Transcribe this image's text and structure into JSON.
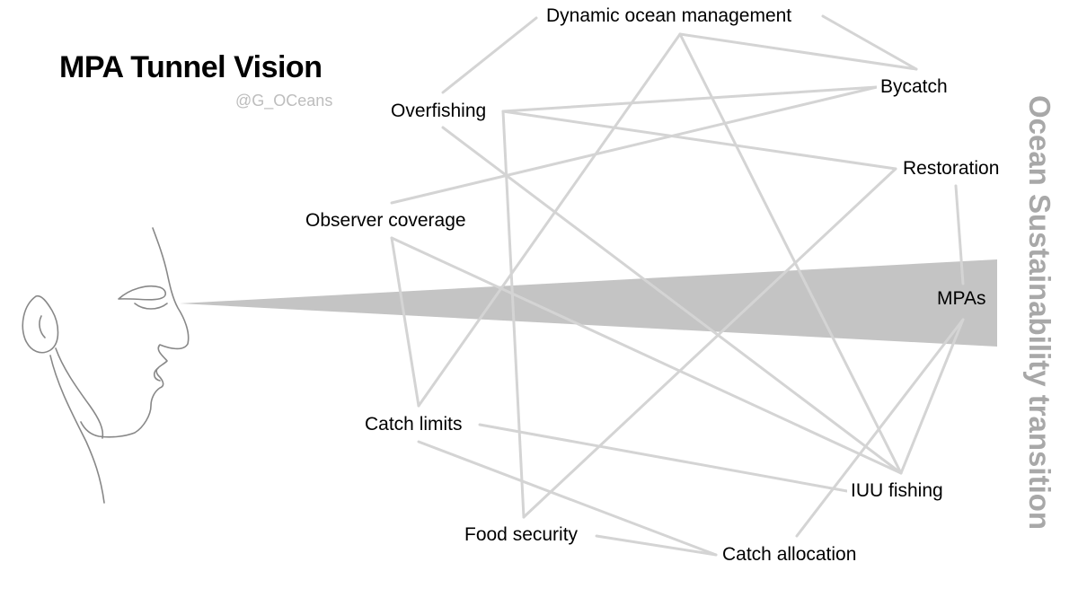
{
  "title": "MPA Tunnel Vision",
  "handle": "@G_OCeans",
  "side_label": "Ocean Sustainability transition",
  "colors": {
    "edge": "#d4d4d4",
    "beam": "#c4c4c4",
    "face_line": "#888888",
    "side_label": "#a8a8a8",
    "handle": "#bdbdbd"
  },
  "nodes": {
    "dynamic": "Dynamic ocean management",
    "bycatch": "Bycatch",
    "overfishing": "Overfishing",
    "restoration": "Restoration",
    "observer": "Observer coverage",
    "mpas": "MPAs",
    "catch_limits": "Catch limits",
    "iuu": "IUU fishing",
    "food_security": "Food security",
    "catch_allocation": "Catch allocation"
  }
}
